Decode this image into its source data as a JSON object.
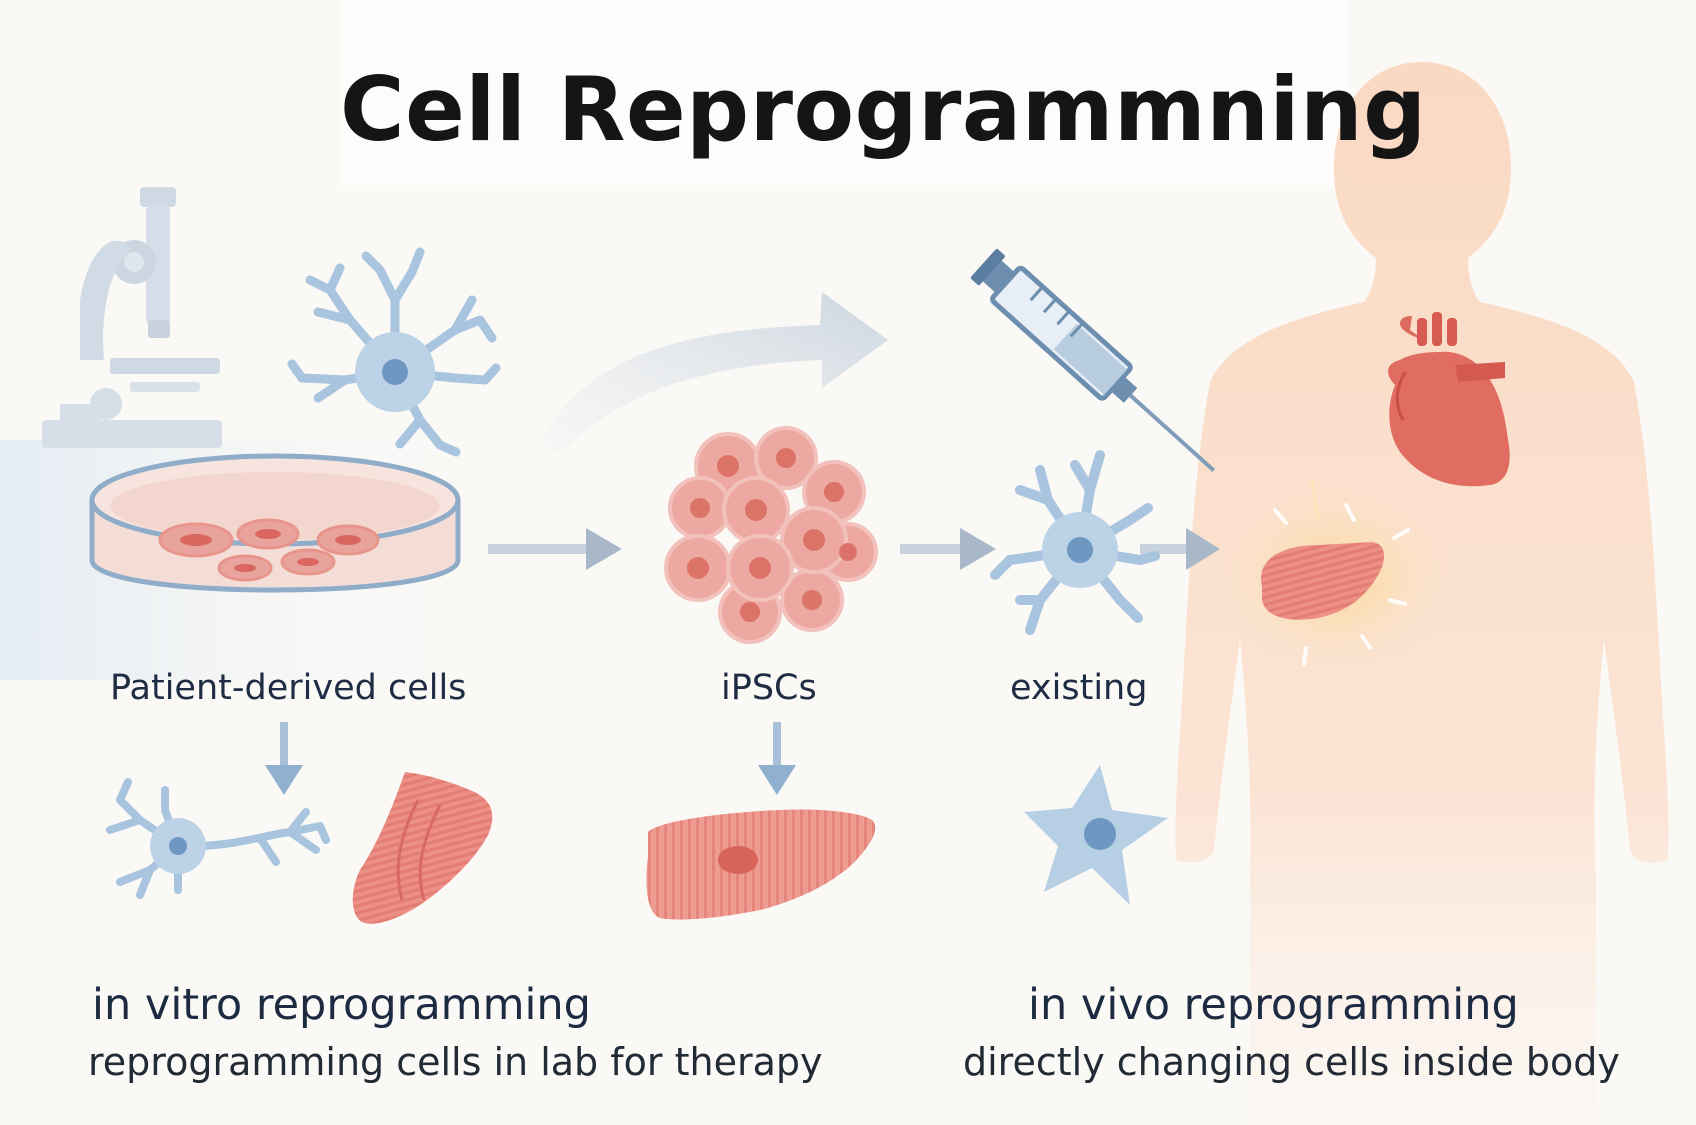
{
  "title": "Cell Reprogrammning",
  "labels": {
    "patient_cells": "Patient-derived cells",
    "ipscs": "iPSCs",
    "existing": "existing"
  },
  "in_vitro": {
    "heading": "in vitro reprogramming",
    "description": "reprogramming cells in lab for therapy"
  },
  "in_vivo": {
    "heading": "in vivo reprogramming",
    "description": "directly changing cells inside body"
  },
  "colors": {
    "cell_pink": "#e8a49c",
    "cell_red": "#d9665f",
    "neuron_blue": "#a9c4de",
    "nucleus_blue": "#6e98c2",
    "arrow_gray": "#a9b8c8",
    "body_peach": "#fbdcc6",
    "organ_red": "#dd6b60"
  },
  "icons": [
    "microscope-icon",
    "neuron-icon",
    "petri-dish-icon",
    "ipsc-cluster-icon",
    "syringe-icon",
    "human-body-icon",
    "heart-icon",
    "liver-icon",
    "muscle-tissue-icon",
    "glial-cell-icon"
  ]
}
